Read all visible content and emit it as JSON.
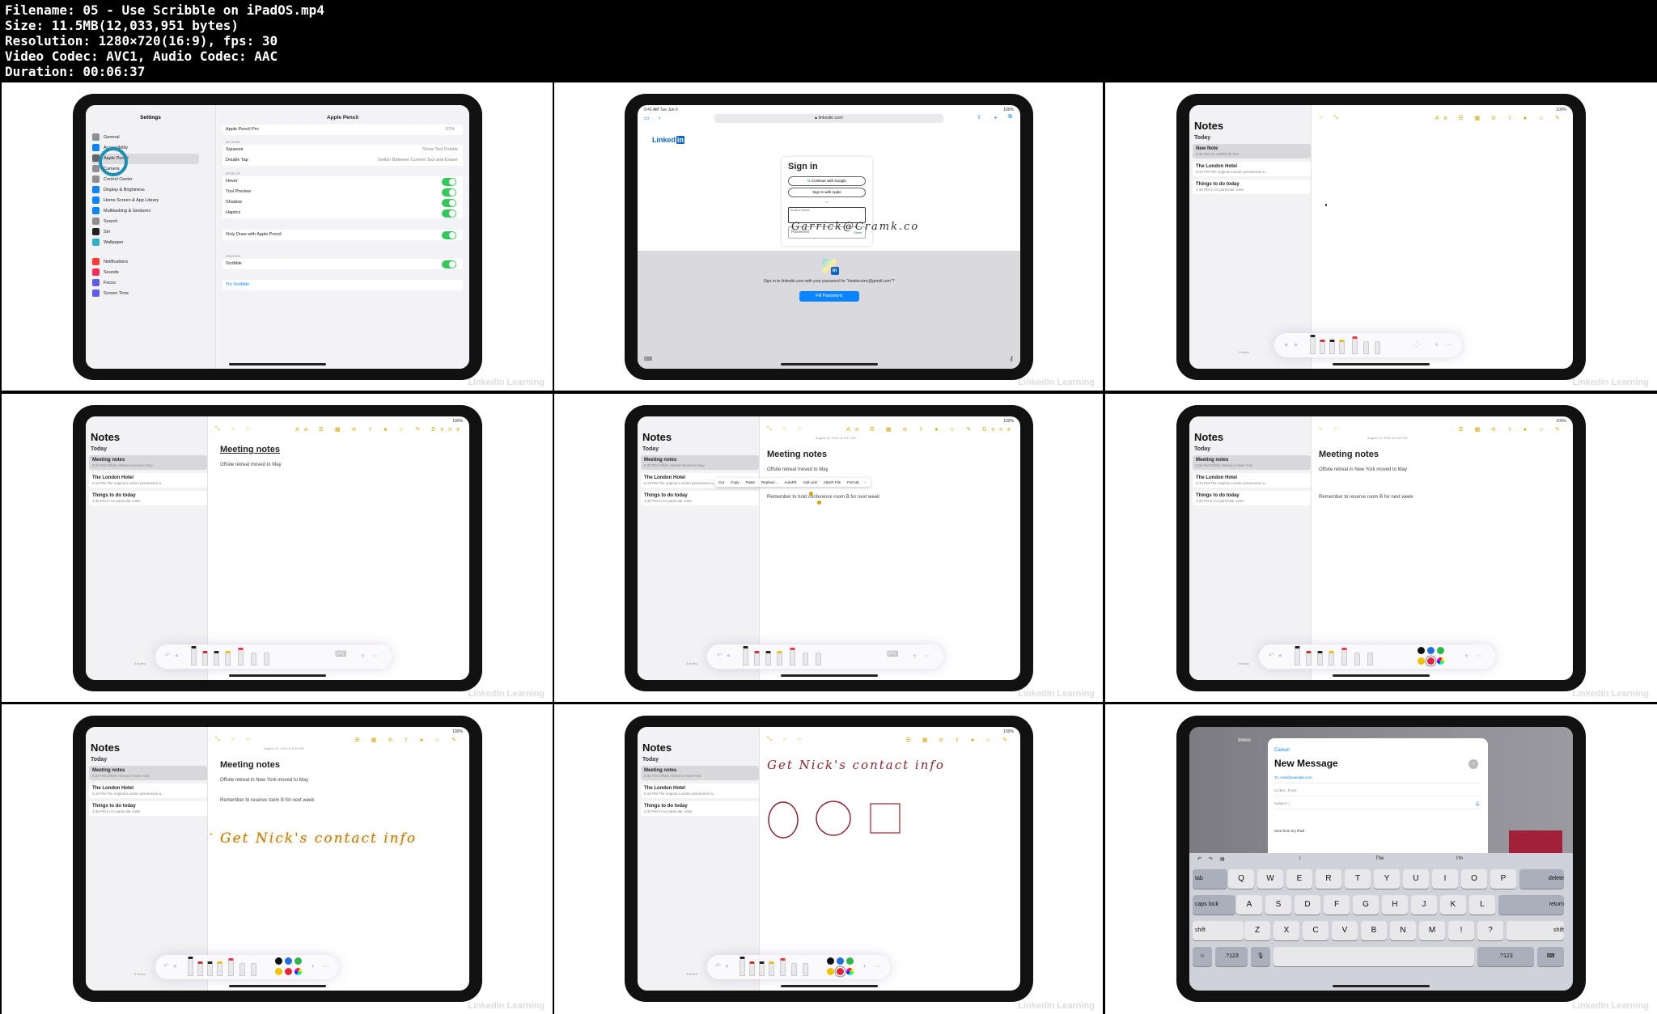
{
  "file_info": {
    "filename": "Filename: 05 - Use Scribble on iPadOS.mp4",
    "size": "Size: 11.5MB(12,033,951 bytes)",
    "resolution": "Resolution: 1280×720(16:9), fps: 30",
    "codec": "Video Codec: AVC1, Audio Codec: AAC",
    "duration": "Duration: 00:06:37"
  },
  "watermark": "LinkedIn Learning",
  "status": {
    "time": "9:41 AM  Tue Jun 9",
    "battery": "100%"
  },
  "settings": {
    "sidebar_title": "Settings",
    "detail_title": "Apple Pencil",
    "items": [
      "General",
      "Accessibility",
      "Apple Pencil",
      "Camera",
      "Control Center",
      "Display & Brightness",
      "Home Screen & App Library",
      "Multitasking & Gestures",
      "Search",
      "Siri",
      "Wallpaper",
      "Notifications",
      "Sounds",
      "Focus",
      "Screen Time"
    ],
    "pencil_name": "Apple Pencil Pro",
    "pencil_battery": "67%",
    "actions_label": "ACTIONS",
    "squeeze": "Squeeze",
    "squeeze_value": "Show Tool Palette",
    "double_tap": "Double Tap",
    "double_tap_value": "Switch Between Current Tool and Eraser",
    "effects_label": "EFFECTS",
    "hover": "Hover",
    "tool_preview": "Tool Preview",
    "shadow": "Shadow",
    "haptics": "Haptics",
    "only_draw": "Only Draw with Apple Pencil",
    "english_label": "ENGLISH",
    "scribble": "Scribble",
    "try_scribble": "Try Scribble"
  },
  "linkedin": {
    "url": "linkedin.com",
    "logo": "Linked",
    "logo_in": "in",
    "sign_in": "Sign in",
    "google": "Continue with Google",
    "apple": "Sign in with Apple",
    "or": "or",
    "email_label": "Email or phone",
    "email_scribble": "Garrick@Cramk.co",
    "password": "Password",
    "show": "Show",
    "prompt": "Sign in to linkedin.com with your password for \"kinetecoinc@gmail.com\"?",
    "fill_button": "Fill Password"
  },
  "notes": {
    "title": "Notes",
    "today": "Today",
    "count": "3 Notes",
    "new_note": {
      "title": "New Note",
      "meta": "5:33 PM  No additional text"
    },
    "meeting": {
      "title": "Meeting notes",
      "meta": "5:33 PM  Offsite retreat moved to May"
    },
    "meeting_ny": {
      "title": "Meeting notes",
      "meta": "5:34 PM  Offsite retreat in New York"
    },
    "london": {
      "title": "The London Hotel",
      "meta": "5:18 PM  The original London perseveres a..."
    },
    "todo": {
      "title": "Things to do today",
      "meta": "4:39 PM  In no particular order"
    },
    "heading": "Meeting notes",
    "date": "August 22, 2024 at 5:31 PM",
    "date2": "August 22, 2024 at 5:33 PM",
    "line_offsite": "Offsite retreat moved to May",
    "line_offsite_ny": "Offsite retreat in New York moved to May",
    "line_conf": "Remember to hold conference room B for next week",
    "line_reserve": "Remember to reserve room B for next week",
    "done": "Done",
    "aa": "Aa",
    "menu": [
      "Cut",
      "Copy",
      "Paste",
      "Replace...",
      "AutoFill",
      "Add Link",
      "Attach File",
      "Format"
    ],
    "handwriting": "Get Nick's contact info"
  },
  "mail": {
    "inbox": "Inbox",
    "cancel": "Cancel",
    "title": "New Message",
    "to": "To: nick@example.com",
    "cc": "Cc/Bcc, From:",
    "subject": "Subject:",
    "signature": "Sent from my iPad",
    "suggestions": [
      "I",
      "The",
      "I'm"
    ],
    "row1": [
      "Q",
      "W",
      "E",
      "R",
      "T",
      "Y",
      "U",
      "I",
      "O",
      "P"
    ],
    "row2": [
      "A",
      "S",
      "D",
      "F",
      "G",
      "H",
      "J",
      "K",
      "L"
    ],
    "row3": [
      "Z",
      "X",
      "C",
      "V",
      "B",
      "N",
      "M",
      "!",
      "?"
    ],
    "tab": "tab",
    "delete": "delete",
    "caps": "caps lock",
    "return": "return",
    "shift": "shift",
    "num": ".?123"
  },
  "colors": {
    "accent_notes": "#d9a400",
    "linkedin_blue": "#0a66c2",
    "scribble_ink": "#b8791f",
    "drawing_ink": "#8c2432",
    "toggle_green": "#34c759"
  }
}
